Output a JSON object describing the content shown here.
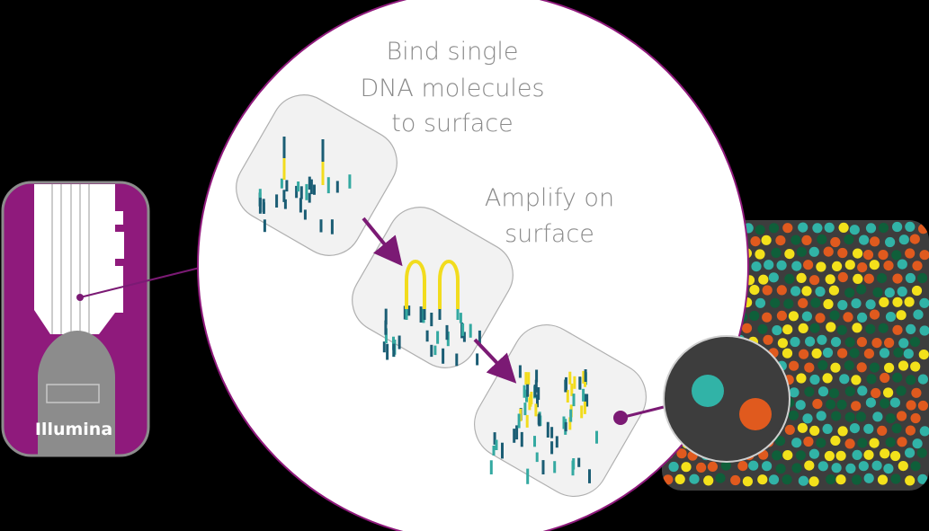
{
  "labels": {
    "bind": [
      "Bind single",
      "DNA molecules",
      "to surface"
    ],
    "amplify": [
      "Amplify on",
      "surface"
    ],
    "device": "Illumina"
  },
  "colors": {
    "background": "#000000",
    "device_purple": "#8f1a7c",
    "device_grey": "#8c8c8c",
    "pointer_purple": "#7b1a74",
    "panel_fill": "#f2f2f2",
    "panel_stroke": "#b0b0b0",
    "strand_dark": "#1b5d74",
    "strand_teal": "#34a9a1",
    "strand_yellow": "#f2dc1e",
    "flowcell_bg": "#3d3d3d",
    "dot_teal": "#31b3a7",
    "dot_yellow": "#f3e11b",
    "dot_orange": "#e05a1e",
    "dot_green": "#0f5f3a"
  },
  "icons": {
    "device": "sequencer-icon",
    "magnifier": "magnifier-lens-icon"
  }
}
